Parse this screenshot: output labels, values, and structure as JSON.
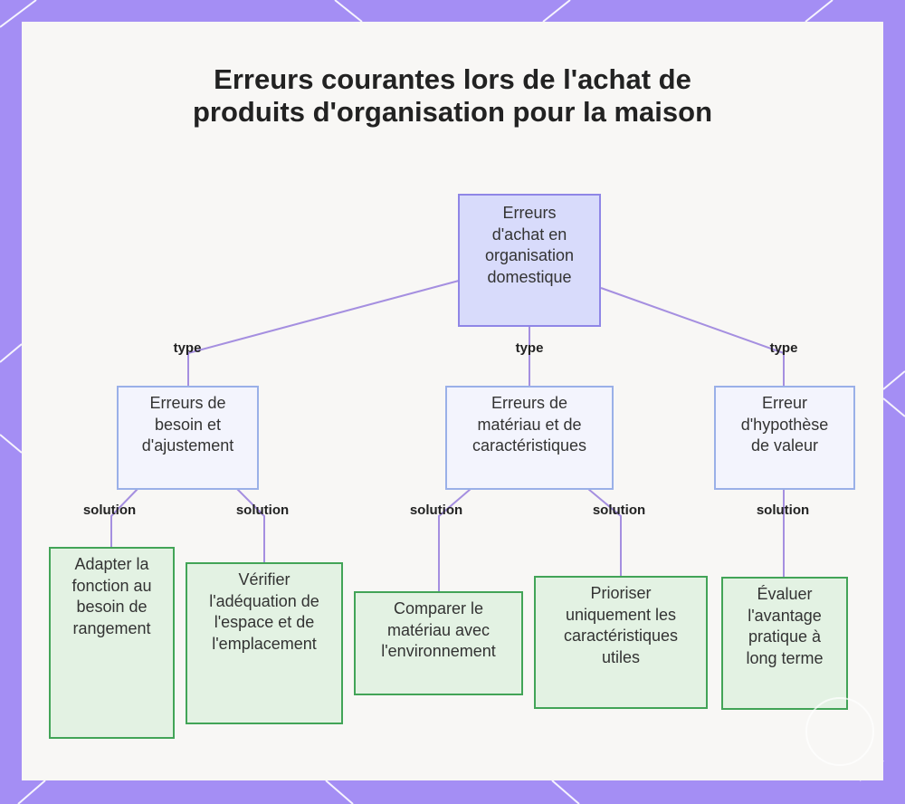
{
  "title": "Erreurs courantes lors de l'achat de produits d'organisation pour la maison",
  "colors": {
    "frame": "#a48ef4",
    "root_fill": "#d8dbfb",
    "root_border": "#8f86e6",
    "category_fill": "#f3f4fd",
    "category_border": "#9ab0e8",
    "solution_fill": "#e3f2e3",
    "solution_border": "#42a457",
    "edge": "#a58fe0"
  },
  "nodes": {
    "root": "Erreurs d'achat en organisation domestique",
    "cat_besoin": "Erreurs de besoin et d'ajustement",
    "cat_materiau": "Erreurs de matériau et de caractéristiques",
    "cat_valeur": "Erreur d'hypothèse de valeur",
    "sol_adapter": "Adapter la fonction au besoin de rangement",
    "sol_verifier": "Vérifier l'adéquation de l'espace et de l'emplacement",
    "sol_comparer": "Comparer le matériau avec l'environnement",
    "sol_prioriser": "Prioriser uniquement les caractéristiques utiles",
    "sol_evaluer": "Évaluer l'avantage pratique à long terme"
  },
  "edge_labels": {
    "type": "type",
    "solution": "solution"
  }
}
